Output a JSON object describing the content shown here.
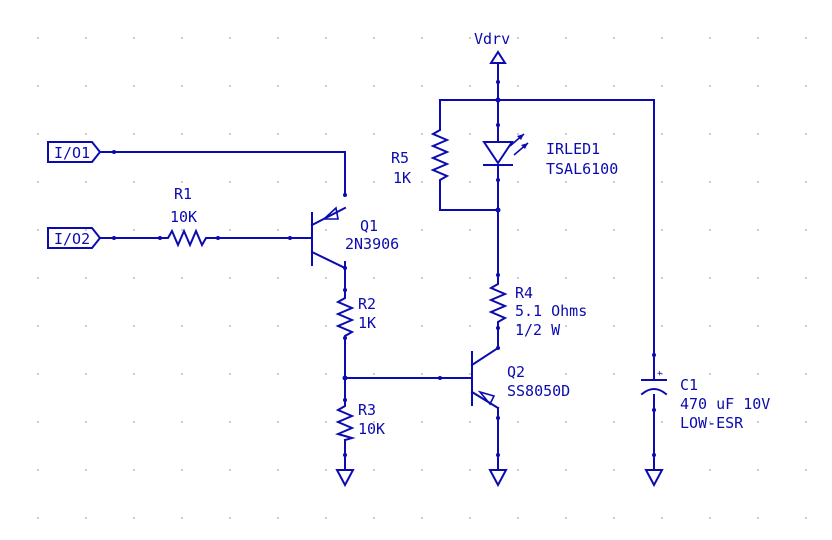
{
  "ports": [
    {
      "name": "I/O1"
    },
    {
      "name": "I/O2"
    }
  ],
  "supply": {
    "label": "Vdrv"
  },
  "components": {
    "R1": {
      "ref": "R1",
      "value": "10K"
    },
    "R2": {
      "ref": "R2",
      "value": "1K"
    },
    "R3": {
      "ref": "R3",
      "value": "10K"
    },
    "R4": {
      "ref": "R4",
      "value": "5.1 Ohms",
      "rating": "1/2 W"
    },
    "R5": {
      "ref": "R5",
      "value": "1K"
    },
    "Q1": {
      "ref": "Q1",
      "part": "2N3906"
    },
    "Q2": {
      "ref": "Q2",
      "part": "SS8050D"
    },
    "IRLED1": {
      "ref": "IRLED1",
      "part": "TSAL6100"
    },
    "C1": {
      "ref": "C1",
      "value": "470 uF 10V",
      "note": "LOW-ESR",
      "polarity_mark": "+"
    }
  },
  "colors": {
    "ink": "#0b0bb0",
    "grid_dot": "#bdbdbd",
    "background": "#ffffff"
  },
  "grid": {
    "visible": true,
    "style": "dots"
  }
}
